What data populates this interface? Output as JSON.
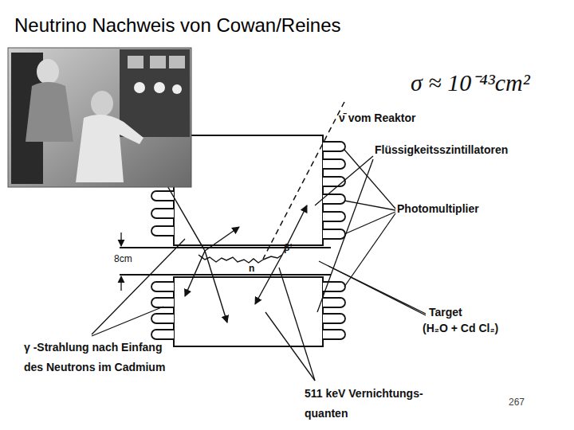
{
  "diagram": {
    "title": "Neutrino Nachweis von Cowan/Reines",
    "labels": [
      "σ ≈ 10⁻⁴³cm²",
      "ν̄ vom Reaktor",
      "Flüssigkeitsszintillatoren",
      "Photomultiplier",
      "8cm",
      "n",
      "β⁺",
      "Target",
      "(H₂O + Cd Cl₂)",
      "γ -Strahlung nach Einfang des Neutrons im Cadmium",
      "511 keV Vernichtungs- quanten",
      "267"
    ]
  }
}
